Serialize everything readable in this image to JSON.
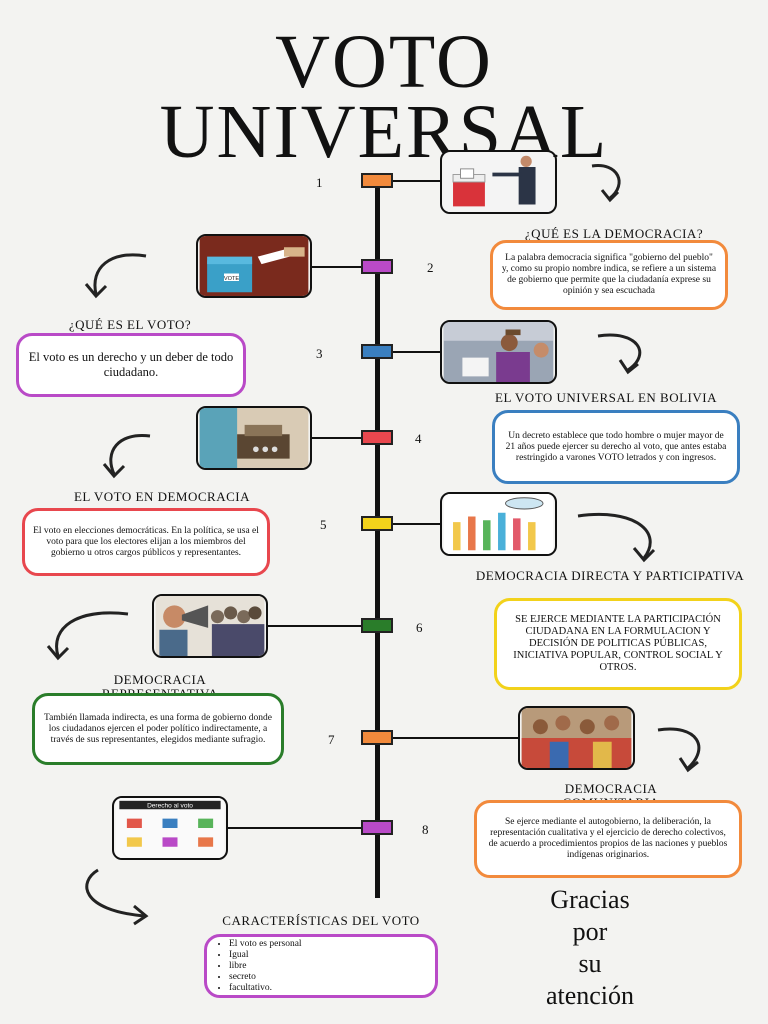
{
  "title": {
    "line1": "VOTO",
    "line2": "UNIVERSAL"
  },
  "steps": [
    {
      "num": "1",
      "color": "#f28a3c",
      "heading": "¿QUÉ ES LA DEMOCRACIA?",
      "text": "La palabra democracia significa \"gobierno del pueblo\" y, como su propio nombre indica, se refiere a un sistema de gobierno que permite que la ciudadanía exprese su opinión y sea escuchada",
      "border": "#f28a3c"
    },
    {
      "num": "2",
      "color": "#b94ac7",
      "heading": "¿QUÉ ES EL VOTO?",
      "text": "El voto es un derecho y un deber de todo ciudadano.",
      "border": "#b94ac7"
    },
    {
      "num": "3",
      "color": "#3a7fc0",
      "heading": "EL VOTO UNIVERSAL EN BOLIVIA",
      "text": "Un decreto establece que todo hombre o mujer mayor de 21 años puede ejercer su derecho al voto, que antes estaba restringido a varones VOTO letrados y con ingresos.",
      "border": "#3a7fc0"
    },
    {
      "num": "4",
      "color": "#e8474e",
      "heading": "EL VOTO EN DEMOCRACIA",
      "text": "El voto en elecciones democráticas. En la política, se usa el voto para que los electores elijan a los miembros del gobierno u otros cargos públicos y representantes.",
      "border": "#e8474e"
    },
    {
      "num": "5",
      "color": "#f2d21b",
      "heading": "DEMOCRACIA DIRECTA Y PARTICIPATIVA",
      "text": "SE EJERCE MEDIANTE LA PARTICIPACIÓN CIUDADANA EN LA FORMULACION Y DECISIÓN DE POLITICAS PÚBLICAS, INICIATIVA POPULAR, CONTROL SOCIAL Y OTROS.",
      "border": "#f2d21b"
    },
    {
      "num": "6",
      "color": "#2a7d2a",
      "heading": "DEMOCRACIA REPRESENTATIVA",
      "text": "También llamada indirecta, es una forma de gobierno donde los ciudadanos ejercen el poder político indirectamente, a través de sus representantes, elegidos mediante sufragio.",
      "border": "#2a7d2a"
    },
    {
      "num": "7",
      "color": "#f28a3c",
      "heading": "DEMOCRACIA COMUNITARIA",
      "text": "Se ejerce mediante el autogobierno, la deliberación, la representación cualitativa y el ejercicio de derecho colectivos, de acuerdo a procedimientos propios de las naciones y pueblos indígenas originarios.",
      "border": "#f28a3c"
    },
    {
      "num": "8",
      "color": "#b94ac7",
      "heading": "CARACTERÍSTICAS DEL VOTO",
      "border": "#b94ac7"
    }
  ],
  "characteristics": [
    "El voto es personal",
    "Igual",
    "libre",
    "secreto",
    "facultativo."
  ],
  "infographic": {
    "title": "Derecho al voto"
  },
  "ballot_label": "VOTE",
  "thanks": [
    "Gracias",
    "por",
    "su",
    "atención"
  ]
}
